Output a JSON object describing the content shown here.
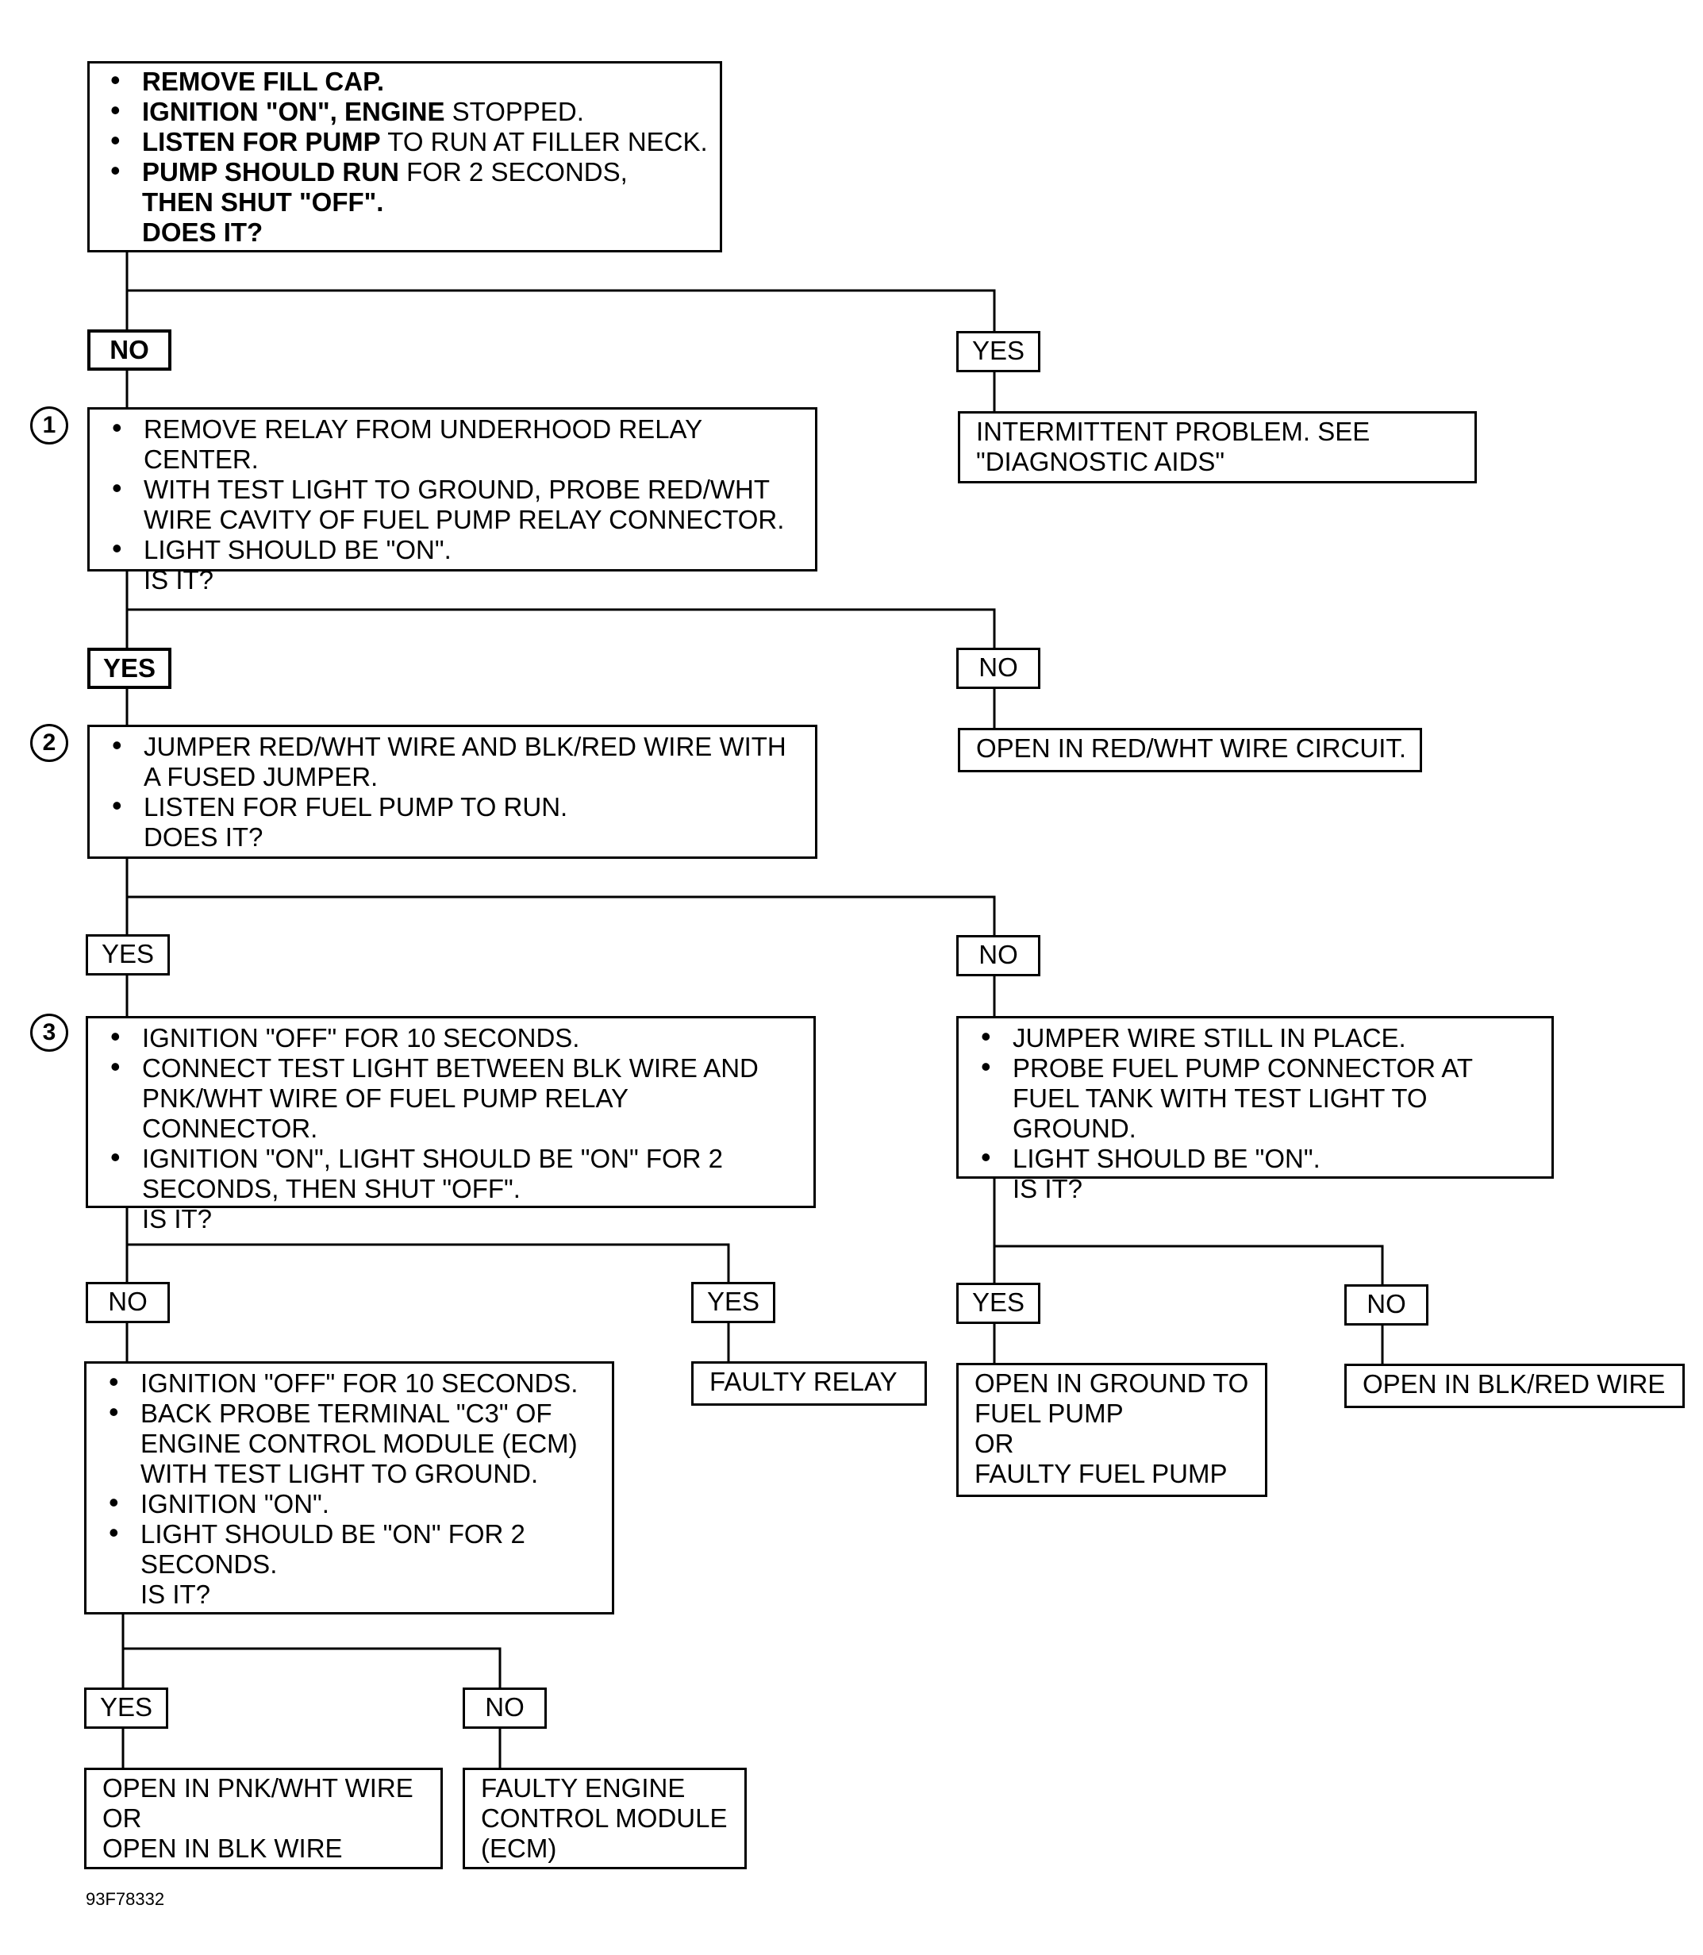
{
  "boxes": {
    "start": {
      "lines": [
        {
          "parts": [
            {
              "t": "REMOVE FILL CAP.",
              "bold": true
            }
          ]
        },
        {
          "parts": [
            {
              "t": "IGNITION \"ON\", ENGINE",
              "bold": true
            },
            {
              "t": " STOPPED.",
              "bold": false
            }
          ]
        },
        {
          "parts": [
            {
              "t": "LISTEN FOR PUMP",
              "bold": true
            },
            {
              "t": " TO RUN AT FILLER NECK.",
              "bold": false
            }
          ]
        },
        {
          "parts": [
            {
              "t": "PUMP SHOULD RUN",
              "bold": true
            },
            {
              "t": " FOR 2 SECONDS,",
              "bold": false
            }
          ]
        }
      ],
      "tail": [
        "THEN SHUT \"OFF\".",
        "DOES IT?"
      ]
    },
    "intermittent": {
      "lines": [
        "INTERMITTENT PROBLEM.  SEE",
        "\"DIAGNOSTIC AIDS\""
      ]
    },
    "step1": {
      "items": [
        "REMOVE RELAY FROM UNDERHOOD RELAY CENTER.",
        "WITH TEST LIGHT TO GROUND, PROBE RED/WHT WIRE CAVITY OF FUEL PUMP RELAY CONNECTOR.",
        "LIGHT SHOULD BE \"ON\"."
      ],
      "question": "IS IT?"
    },
    "open_red_wht": {
      "lines": [
        "OPEN IN RED/WHT WIRE CIRCUIT."
      ]
    },
    "step2": {
      "items": [
        "JUMPER RED/WHT WIRE AND BLK/RED WIRE WITH A FUSED JUMPER.",
        "LISTEN FOR FUEL PUMP TO RUN."
      ],
      "question": "DOES IT?"
    },
    "step3": {
      "items": [
        "IGNITION \"OFF\" FOR 10 SECONDS.",
        "CONNECT TEST LIGHT BETWEEN BLK WIRE AND PNK/WHT WIRE OF FUEL PUMP RELAY CONNECTOR.",
        "IGNITION \"ON\", LIGHT SHOULD BE \"ON\" FOR 2 SECONDS, THEN SHUT \"OFF\"."
      ],
      "question": "IS IT?"
    },
    "jumper_check": {
      "items": [
        "JUMPER WIRE STILL IN PLACE.",
        "PROBE FUEL PUMP CONNECTOR AT FUEL TANK WITH TEST LIGHT TO GROUND.",
        "LIGHT SHOULD BE \"ON\"."
      ],
      "question": "IS IT?"
    },
    "faulty_relay": {
      "lines": [
        "FAULTY RELAY"
      ]
    },
    "ground_pump": {
      "lines": [
        "OPEN IN GROUND TO",
        "FUEL PUMP",
        "OR",
        "FAULTY FUEL PUMP"
      ]
    },
    "open_blk_red": {
      "lines": [
        "OPEN IN BLK/RED WIRE"
      ]
    },
    "ecm_check": {
      "items": [
        "IGNITION \"OFF\" FOR 10 SECONDS.",
        "BACK PROBE TERMINAL \"C3\" OF ENGINE CONTROL MODULE (ECM) WITH TEST LIGHT TO GROUND.",
        "IGNITION \"ON\".",
        "LIGHT SHOULD BE \"ON\" FOR 2 SECONDS."
      ],
      "question": "IS IT?"
    },
    "open_pnk_blk": {
      "lines": [
        "OPEN IN PNK/WHT WIRE",
        "OR",
        "OPEN IN BLK WIRE"
      ]
    },
    "faulty_ecm": {
      "lines": [
        "FAULTY ENGINE",
        "CONTROL MODULE",
        "(ECM)"
      ]
    }
  },
  "labels": {
    "start_no": "NO",
    "start_yes": "YES",
    "s1_yes": "YES",
    "s1_no": "NO",
    "s2_yes": "YES",
    "s2_no": "NO",
    "s3_no": "NO",
    "s3_yes": "YES",
    "jc_yes": "YES",
    "jc_no": "NO",
    "ecm_yes": "YES",
    "ecm_no": "NO"
  },
  "steps": {
    "s1": "1",
    "s2": "2",
    "s3": "3"
  },
  "footer": "93F78332"
}
